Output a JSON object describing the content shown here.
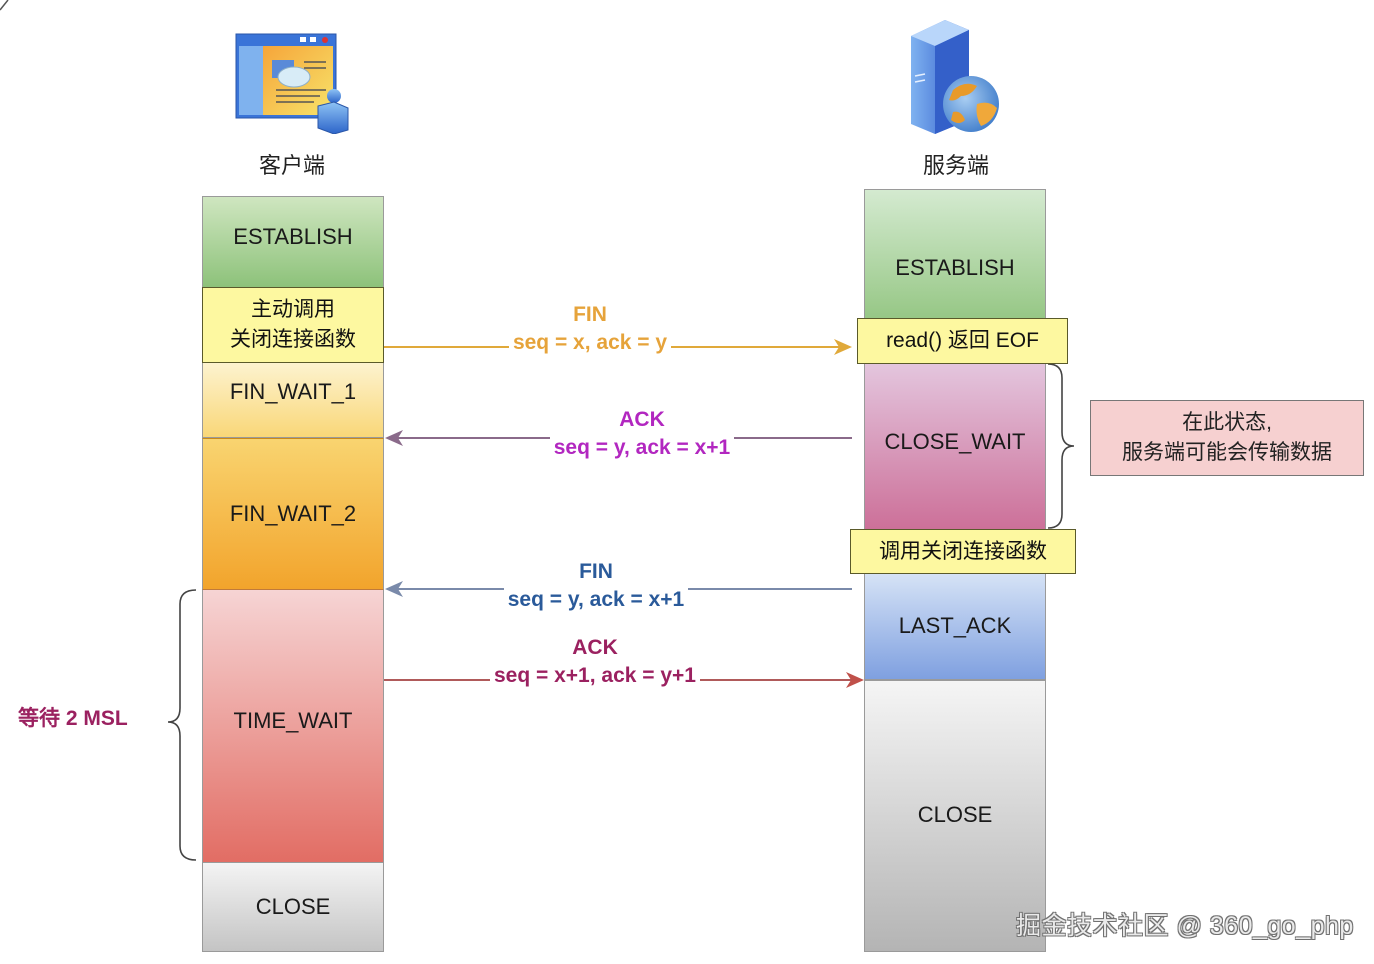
{
  "client": {
    "label": "客户端",
    "icon": "client-computer-icon",
    "states": [
      {
        "id": "establish",
        "label": "ESTABLISH"
      },
      {
        "id": "fin-wait-1",
        "label": "FIN_WAIT_1"
      },
      {
        "id": "fin-wait-2",
        "label": "FIN_WAIT_2"
      },
      {
        "id": "time-wait",
        "label": "TIME_WAIT"
      },
      {
        "id": "close",
        "label": "CLOSE"
      }
    ],
    "note": {
      "line1": "主动调用",
      "line2": "关闭连接函数"
    },
    "brace_label": "等待 2 MSL"
  },
  "server": {
    "label": "服务端",
    "icon": "server-globe-icon",
    "states": [
      {
        "id": "establish",
        "label": "ESTABLISH"
      },
      {
        "id": "close-wait",
        "label": "CLOSE_WAIT"
      },
      {
        "id": "last-ack",
        "label": "LAST_ACK"
      },
      {
        "id": "close",
        "label": "CLOSE"
      }
    ],
    "notes": [
      {
        "id": "read-eof",
        "label": "read() 返回 EOF"
      },
      {
        "id": "call-close",
        "label": "调用关闭连接函数"
      }
    ],
    "side_note": {
      "line1": "在此状态,",
      "line2": "服务端可能会传输数据"
    }
  },
  "messages": [
    {
      "id": "fin-1",
      "title": "FIN",
      "detail": "seq = x,  ack = y",
      "direction": "client-to-server",
      "color": "#e6a33a"
    },
    {
      "id": "ack-1",
      "title": "ACK",
      "detail": "seq = y,  ack = x+1",
      "direction": "server-to-client",
      "color": "#b227c0"
    },
    {
      "id": "fin-2",
      "title": "FIN",
      "detail": "seq = y,  ack = x+1",
      "direction": "server-to-client",
      "color": "#2a5a9a"
    },
    {
      "id": "ack-2",
      "title": "ACK",
      "detail": "seq = x+1,  ack = y+1",
      "direction": "client-to-server",
      "color": "#9b2160"
    }
  ],
  "watermark": "掘金技术社区 @ 360_go_php"
}
